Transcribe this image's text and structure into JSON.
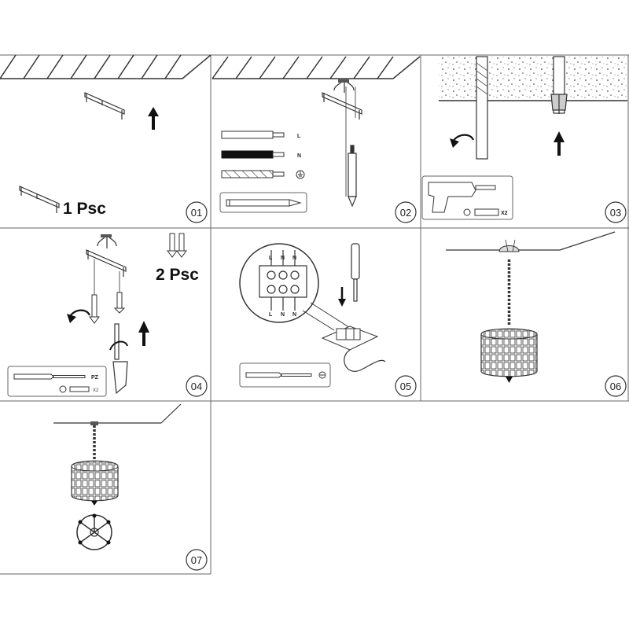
{
  "steps": [
    {
      "number": "01",
      "quantity": "1 Psc"
    },
    {
      "number": "02",
      "wire_labels": [
        "L",
        "N"
      ]
    },
    {
      "number": "03",
      "anchor_count": "X2"
    },
    {
      "number": "04",
      "quantity": "2 Psc",
      "screwdriver_tip": "PZ",
      "screw_count": "X2"
    },
    {
      "number": "05",
      "terminal_labels_top": [
        "L",
        "N",
        "N"
      ],
      "terminal_labels_bottom": [
        "L",
        "N",
        "N"
      ]
    },
    {
      "number": "06"
    },
    {
      "number": "07"
    }
  ],
  "icons": [
    "bracket-icon",
    "up-arrow-icon",
    "wire-icon",
    "pencil-icon",
    "drill-bit-icon",
    "wall-anchor-icon",
    "power-drill-icon",
    "screw-icon",
    "screwdriver-icon",
    "terminal-block-icon",
    "pendant-lamp-icon",
    "lamp-base-icon"
  ],
  "colors": {
    "line": "#222222",
    "panel_border": "#666666",
    "background": "#ffffff"
  }
}
